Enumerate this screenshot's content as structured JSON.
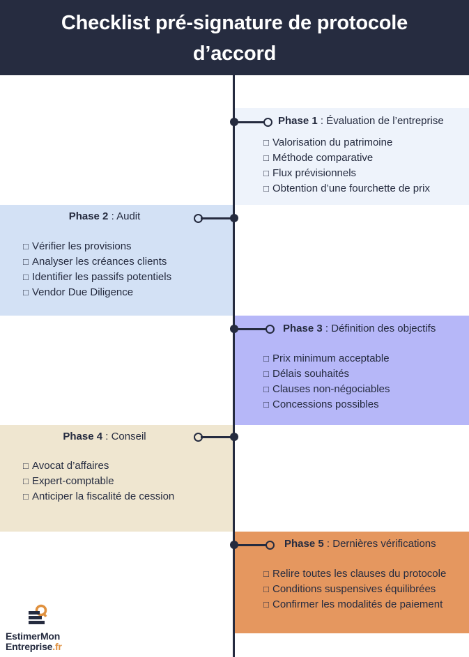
{
  "header": {
    "title_line1": "Checklist pré-signature de protocole",
    "title_line2": "d’accord"
  },
  "checkbox_glyph": "□",
  "phases": [
    {
      "label": "Phase 1",
      "separator": " : ",
      "name": "Évaluation de l’entreprise",
      "side": "right",
      "color": "#eef3fb",
      "items": [
        "Valorisation du patrimoine",
        "Méthode comparative",
        "Flux prévisionnels",
        "Obtention d’une fourchette de prix"
      ]
    },
    {
      "label": "Phase 2",
      "separator": " : ",
      "name": "Audit",
      "side": "left",
      "color": "#d3e1f5",
      "items": [
        "Vérifier les provisions",
        "Analyser les créances clients",
        "Identifier les passifs potentiels",
        "Vendor Due Diligence"
      ]
    },
    {
      "label": "Phase 3",
      "separator": " : ",
      "name": "Définition des objectifs",
      "side": "right",
      "color": "#b6b7f8",
      "items": [
        "Prix minimum acceptable",
        "Délais souhaités",
        "Clauses non-négociables",
        "Concessions possibles"
      ]
    },
    {
      "label": "Phase 4",
      "separator": " : ",
      "name": "Conseil",
      "side": "left",
      "color": "#efe6d0",
      "items": [
        "Avocat d’affaires",
        "Expert-comptable",
        "Anticiper la fiscalité de cession"
      ]
    },
    {
      "label": "Phase 5",
      "separator": " : ",
      "name": "Dernières vérifications",
      "side": "right",
      "color": "#e5975f",
      "items": [
        "Relire toutes les clauses du protocole",
        "Conditions suspensives équilibrées",
        "Confirmer les modalités de paiement"
      ]
    }
  ],
  "logo": {
    "line1": "EstimerMon",
    "line2_main": "Entreprise",
    "line2_suffix": ".fr",
    "accent_color": "#e0913f",
    "icon": "magnifier-stack-icon"
  },
  "colors": {
    "header_bg": "#262c40",
    "timeline": "#252b3f",
    "text": "#252b3f"
  }
}
